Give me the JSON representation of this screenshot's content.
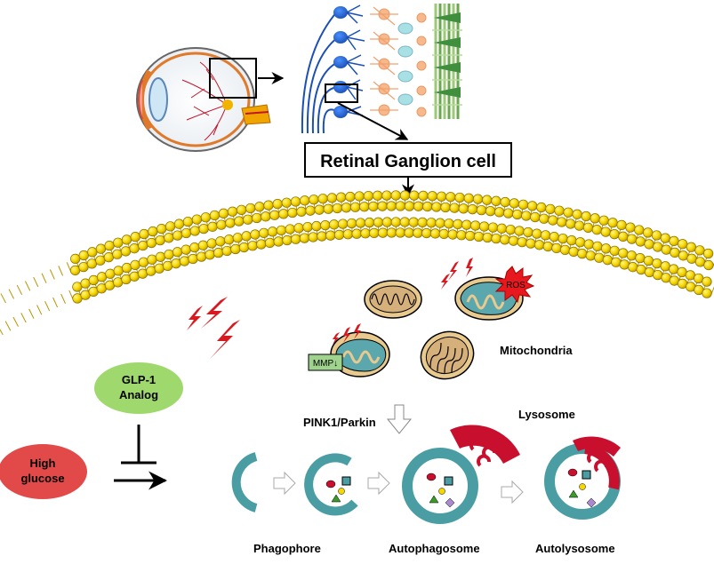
{
  "title_box": {
    "label": "Retinal Ganglion cell"
  },
  "mitochondria_label": "Mitochondria",
  "ros_label": "ROS",
  "mmp_label": "MMP↓",
  "pathway_label": "PINK1/Parkin",
  "lysosome_label": "Lysosome",
  "glp1": {
    "line1": "GLP-1",
    "line2": "Analog"
  },
  "high_glucose": {
    "line1": "High",
    "line2": "glucose"
  },
  "stages": [
    {
      "label": "Phagophore"
    },
    {
      "label": "Autophagosome"
    },
    {
      "label": "Autolysosome"
    }
  ],
  "colors": {
    "teal": "#4a9ea3",
    "red": "#c8102e",
    "glp1_green": "#9fd86c",
    "high_glucose_red": "#e24a4a",
    "membrane_yellow": "#f5d800",
    "mito_tan": "#e8c98e",
    "neuron_blue": "#2060c8"
  }
}
